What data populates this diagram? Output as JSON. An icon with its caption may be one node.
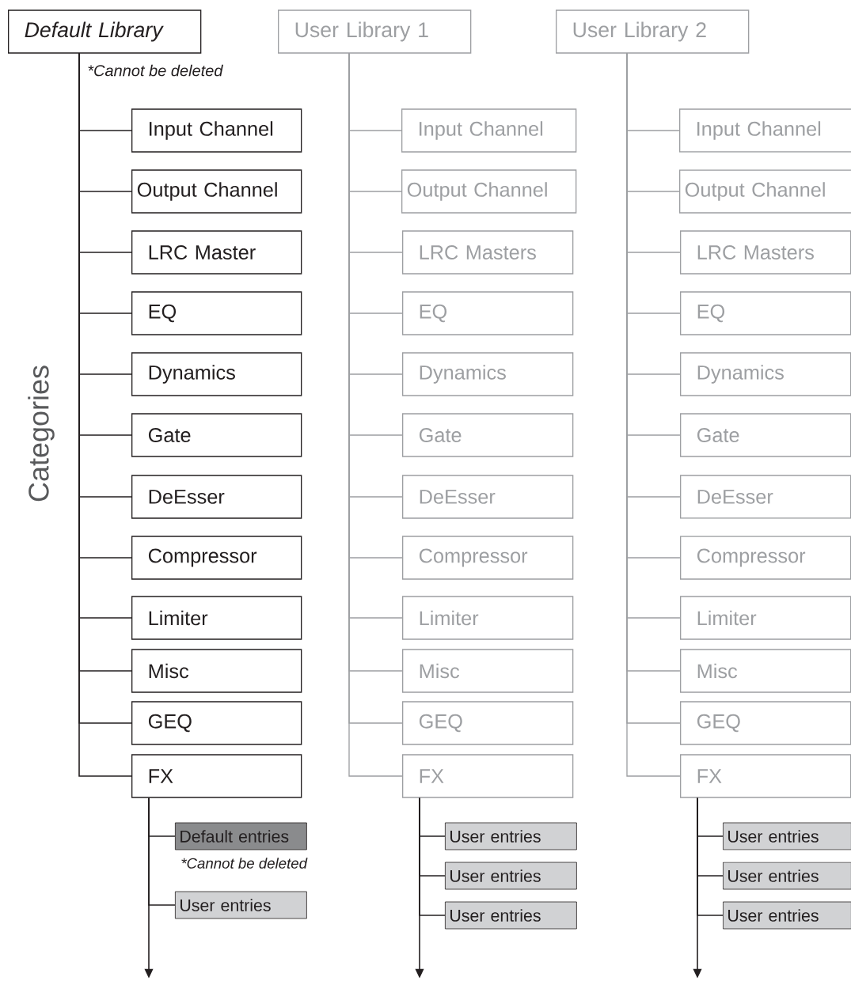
{
  "diagram": {
    "nodes": [
      {
        "text": [
          "Default Library"
        ],
        "beside": [
          "*Cannot be deleted"
        ]
      },
      {
        "text": [
          "Input Channel"
        ]
      },
      {
        "text": [
          "Output Channel"
        ]
      },
      {
        "text": [
          "LRC Master"
        ]
      },
      {
        "text": [
          "EQ"
        ]
      },
      {
        "text": [
          "Dynamics"
        ]
      },
      {
        "text": [
          "Gate"
        ]
      },
      {
        "text": [
          "DeEsser"
        ]
      },
      {
        "text": [
          "Compressor"
        ]
      },
      {
        "text": [
          "Limiter"
        ]
      },
      {
        "text": [
          "Misc"
        ]
      },
      {
        "text": [
          "GEQ"
        ]
      },
      {
        "text": [
          "FX"
        ]
      },
      {
        "text": [
          "Default entries"
        ],
        "beside": [
          "*Cannot be deleted"
        ]
      },
      {
        "text": [
          "User entries"
        ]
      },
      {
        "text": [
          "User Library 1"
        ]
      },
      {
        "text": [
          "Input  Channel"
        ]
      },
      {
        "text": [
          "Output Channel"
        ]
      },
      {
        "text": [
          "LRC Masters"
        ]
      },
      {
        "text": [
          "EQ"
        ]
      },
      {
        "text": [
          "Dynamics"
        ]
      },
      {
        "text": [
          "Gate"
        ]
      },
      {
        "text": [
          "DeEsser"
        ]
      },
      {
        "text": [
          "Compressor"
        ]
      },
      {
        "text": [
          "Limiter"
        ]
      },
      {
        "text": [
          "Misc"
        ]
      },
      {
        "text": [
          "GEQ"
        ]
      },
      {
        "text": [
          "FX"
        ]
      },
      {
        "text": [
          "User entries"
        ]
      },
      {
        "text": [
          "User entries"
        ]
      },
      {
        "text": [
          "User entries"
        ]
      },
      {
        "text": [
          "User Library 2"
        ]
      },
      {
        "text": [
          "Input  Channel"
        ]
      },
      {
        "text": [
          "Output Channel"
        ]
      },
      {
        "text": [
          "LRC Masters"
        ]
      },
      {
        "text": [
          "EQ"
        ]
      },
      {
        "text": [
          "Dynamics"
        ]
      },
      {
        "text": [
          "Gate"
        ]
      },
      {
        "text": [
          "DeEsser"
        ]
      },
      {
        "text": [
          "Compressor"
        ]
      },
      {
        "text": [
          "Limiter"
        ]
      },
      {
        "text": [
          "Misc"
        ]
      },
      {
        "text": [
          "GEQ"
        ]
      },
      {
        "text": [
          "FX"
        ]
      },
      {
        "text": [
          "User entries"
        ]
      },
      {
        "text": [
          "User entries"
        ]
      },
      {
        "text": [
          "User entries"
        ]
      }
    ],
    "edges": [
      {
        "from": 0,
        "to": 1,
        "arrow": "none",
        "color": "#231f20"
      },
      {
        "from": 0,
        "to": 2,
        "arrow": "none",
        "color": "#231f20"
      },
      {
        "from": 0,
        "to": 3,
        "arrow": "none",
        "color": "#231f20"
      },
      {
        "from": 0,
        "to": 4,
        "arrow": "none",
        "color": "#231f20"
      },
      {
        "from": 0,
        "to": 5,
        "arrow": "none",
        "color": "#231f20"
      },
      {
        "from": 0,
        "to": 6,
        "arrow": "none",
        "color": "#231f20"
      },
      {
        "from": 0,
        "to": 7,
        "arrow": "none",
        "color": "#231f20"
      },
      {
        "from": 0,
        "to": 8,
        "arrow": "none",
        "color": "#231f20"
      },
      {
        "from": 0,
        "to": 9,
        "arrow": "none",
        "color": "#231f20"
      },
      {
        "from": 0,
        "to": 10,
        "arrow": "none",
        "color": "#231f20"
      },
      {
        "from": 0,
        "to": 11,
        "arrow": "none",
        "color": "#231f20"
      },
      {
        "from": 0,
        "to": 12,
        "arrow": "none",
        "color": "#231f20"
      },
      {
        "from": 12,
        "to": 13,
        "arrow": "none",
        "color": "#231f20"
      },
      {
        "from": 12,
        "to": 14,
        "arrow": "none",
        "color": "#231f20"
      },
      {
        "from": 12,
        "to": null,
        "arrow": "to",
        "color": "#231f20"
      },
      {
        "from": 15,
        "to": 16,
        "arrow": "none"
      },
      {
        "from": 15,
        "to": 17,
        "arrow": "none"
      },
      {
        "from": 15,
        "to": 18,
        "arrow": "none"
      },
      {
        "from": 15,
        "to": 19,
        "arrow": "none"
      },
      {
        "from": 15,
        "to": 20,
        "arrow": "none"
      },
      {
        "from": 15,
        "to": 21,
        "arrow": "none"
      },
      {
        "from": 15,
        "to": 22,
        "arrow": "none"
      },
      {
        "from": 15,
        "to": 23,
        "arrow": "none"
      },
      {
        "from": 15,
        "to": 24,
        "arrow": "none"
      },
      {
        "from": 15,
        "to": 25,
        "arrow": "none"
      },
      {
        "from": 15,
        "to": 26,
        "arrow": "none"
      },
      {
        "from": 15,
        "to": 27,
        "arrow": "none"
      },
      {
        "from": 27,
        "to": 28,
        "arrow": "none",
        "color": "#231f20"
      },
      {
        "from": 27,
        "to": 29,
        "arrow": "none",
        "color": "#231f20"
      },
      {
        "from": 27,
        "to": 30,
        "arrow": "none",
        "color": "#231f20"
      },
      {
        "from": 27,
        "to": null,
        "arrow": "to",
        "color": "#231f20"
      },
      {
        "from": 31,
        "to": 32,
        "arrow": "none"
      },
      {
        "from": 31,
        "to": 33,
        "arrow": "none"
      },
      {
        "from": 31,
        "to": 34,
        "arrow": "none"
      },
      {
        "from": 31,
        "to": 35,
        "arrow": "none"
      },
      {
        "from": 31,
        "to": 36,
        "arrow": "none"
      },
      {
        "from": 31,
        "to": 37,
        "arrow": "none"
      },
      {
        "from": 31,
        "to": 38,
        "arrow": "none"
      },
      {
        "from": 31,
        "to": 39,
        "arrow": "none"
      },
      {
        "from": 31,
        "to": 40,
        "arrow": "none"
      },
      {
        "from": 31,
        "to": 41,
        "arrow": "none"
      },
      {
        "from": 31,
        "to": 42,
        "arrow": "none"
      },
      {
        "from": 31,
        "to": 43,
        "arrow": "none"
      },
      {
        "from": 43,
        "to": 44,
        "arrow": "none",
        "color": "#231f20"
      },
      {
        "from": 43,
        "to": 45,
        "arrow": "none",
        "color": "#231f20"
      },
      {
        "from": 43,
        "to": 46,
        "arrow": "none",
        "color": "#231f20"
      },
      {
        "from": 43,
        "to": null,
        "arrow": "to",
        "color": "#231f20"
      }
    ],
    "labels": [
      "Categories"
    ]
  }
}
